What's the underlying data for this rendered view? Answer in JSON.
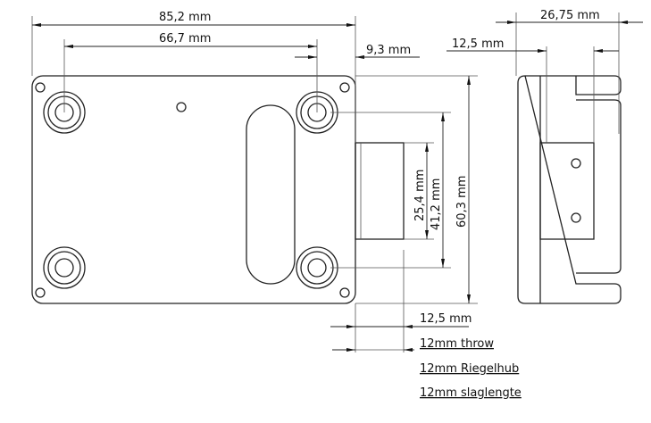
{
  "dimensions": {
    "overall_width": "85,2 mm",
    "screw_spacing_horizontal": "66,7 mm",
    "screw_edge_offset": "9,3 mm",
    "overall_height": "60,3 mm",
    "screw_spacing_vertical": "41,2 mm",
    "bolt_height": "25,4 mm",
    "bolt_width": "12,5 mm",
    "side_depth": "26,75 mm",
    "side_bolt_depth": "12,5 mm"
  },
  "throw_labels": [
    "12mm throw",
    "12mm Riegelhub",
    "12mm slaglengte"
  ]
}
